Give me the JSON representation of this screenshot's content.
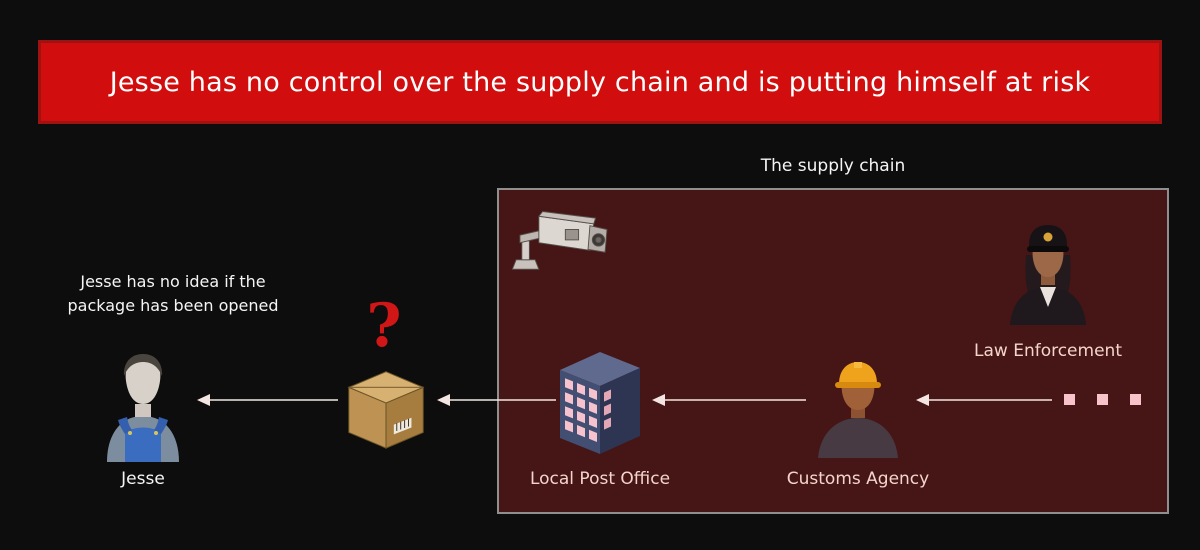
{
  "banner": {
    "text": "Jesse has no control over the supply chain and is putting himself at risk"
  },
  "supply_chain": {
    "title": "The supply chain",
    "nodes": {
      "surveillance": {
        "icon": "security-camera-icon"
      },
      "law_enforcement": {
        "label": "Law Enforcement",
        "icon": "law-enforcement-officer-icon"
      },
      "customs": {
        "label": "Customs Agency",
        "icon": "customs-agent-icon"
      },
      "post_office": {
        "label": "Local Post Office",
        "icon": "post-office-building-icon"
      }
    },
    "connections": [
      {
        "from": "law_enforcement_ellipsis",
        "to": "customs"
      },
      {
        "from": "customs",
        "to": "post_office"
      },
      {
        "from": "post_office",
        "to": "package"
      },
      {
        "from": "package",
        "to": "jesse"
      }
    ]
  },
  "left": {
    "note_lines": [
      "Jesse has no idea if the",
      "package has been opened"
    ],
    "question_mark": "?",
    "package_icon": "cardboard-box-icon",
    "jesse": {
      "label": "Jesse",
      "icon": "jesse-person-icon"
    }
  },
  "colors": {
    "page_bg": "#0d0d0d",
    "banner_bg": "#d10d0d",
    "banner_border": "#9e1212",
    "banner_text": "#ffffff",
    "box_bg": "#461515",
    "box_border": "#8f8f8f",
    "arrow": "#f3e6e2",
    "dots": "#f9c3cb",
    "question_mark": "#d01616",
    "node_label": "#f4d5cd",
    "text": "#f5f5f5"
  }
}
